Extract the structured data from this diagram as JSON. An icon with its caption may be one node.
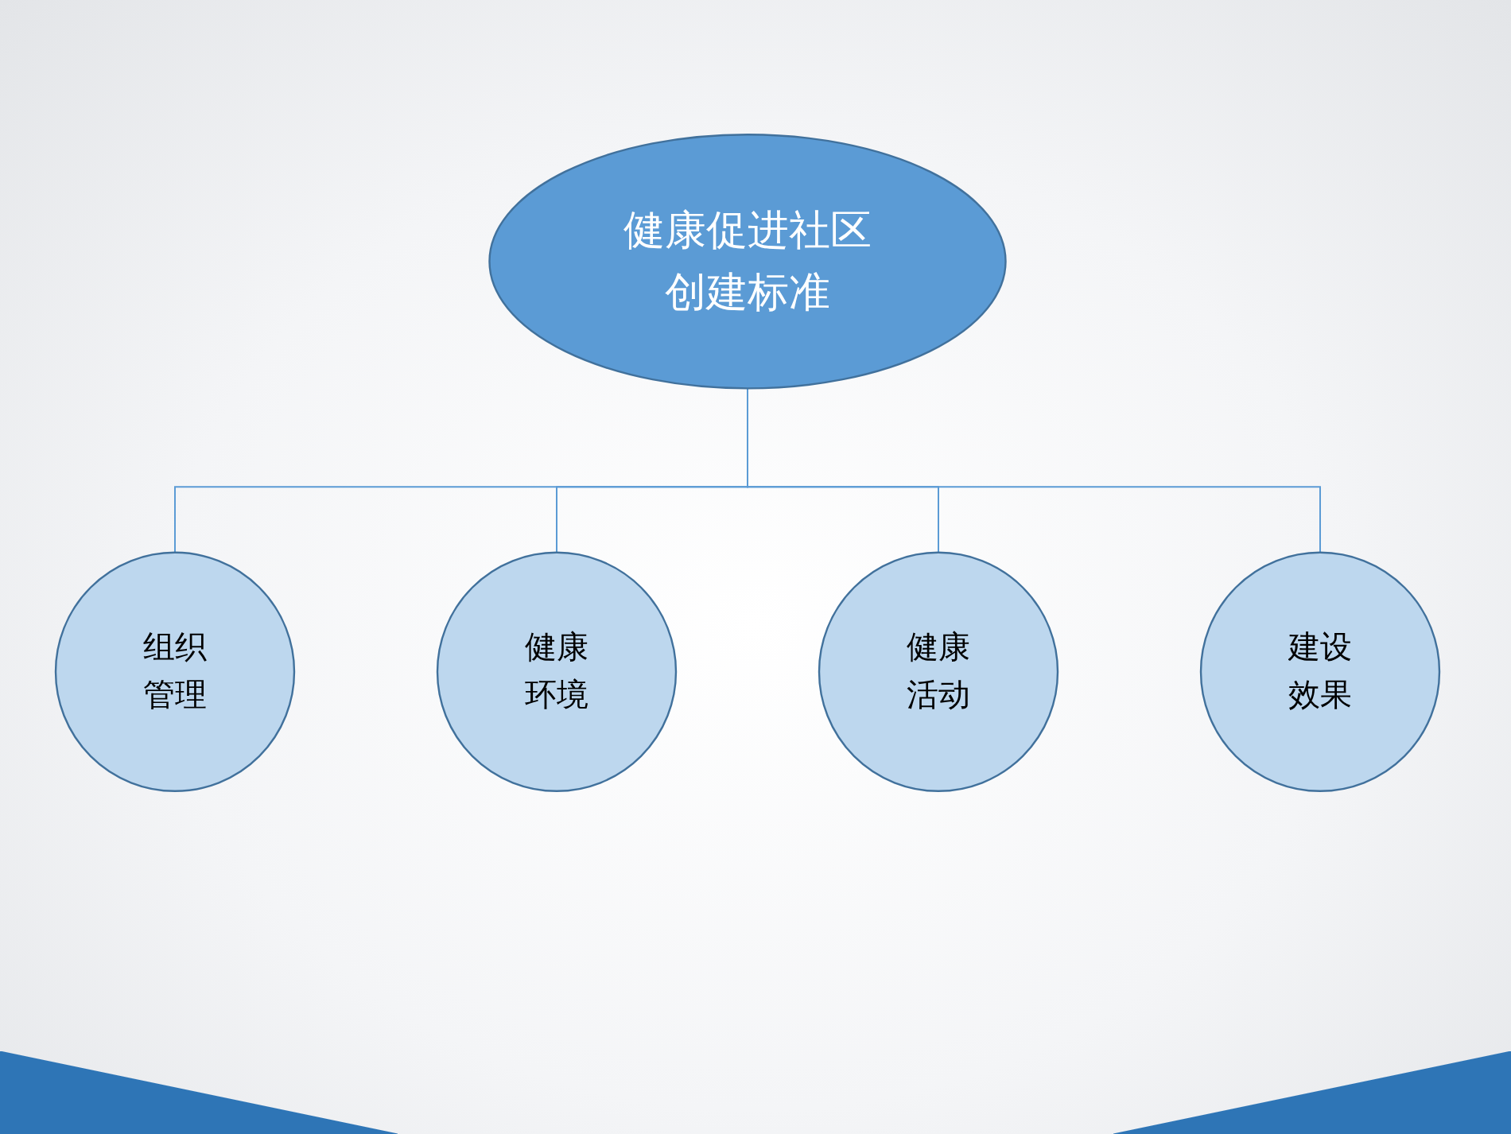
{
  "diagram": {
    "nodes": [
      {
        "text": [
          "健康促进社区创建标准"
        ]
      },
      {
        "text": [
          "组织管理"
        ]
      },
      {
        "text": [
          "健康环境"
        ]
      },
      {
        "text": [
          "健康活动"
        ]
      },
      {
        "text": [
          "建设效果"
        ]
      }
    ],
    "edges": [
      {
        "from": 0,
        "to": 1,
        "arrow": "none"
      },
      {
        "from": 0,
        "to": 2,
        "arrow": "none"
      },
      {
        "from": 0,
        "to": 3,
        "arrow": "none"
      },
      {
        "from": 0,
        "to": 4,
        "arrow": "none"
      }
    ]
  }
}
